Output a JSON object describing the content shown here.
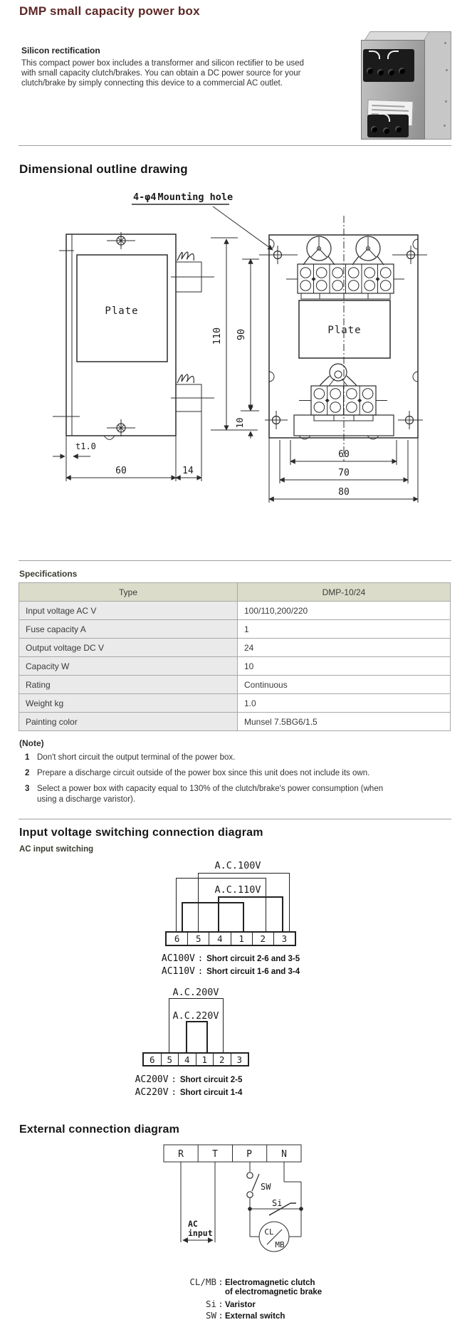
{
  "ui": {
    "colon": ":"
  },
  "page": {
    "title": "DMP small capacity power box"
  },
  "intro": {
    "heading": "Silicon rectification",
    "lines": [
      "This compact power box includes a transformer and silicon rectifier to be used",
      "with small capacity clutch/brakes. You can obtain a DC power source for your",
      "clutch/brake by simply connecting this device to a commercial AC outlet."
    ]
  },
  "sections": {
    "dimensional": "Dimensional outline drawing",
    "input_switching": "Input voltage switching connection diagram",
    "external": "External connection diagram"
  },
  "drawing": {
    "mounting_hole_prefix": "4-φ4",
    "mounting_hole_text": "Mounting hole",
    "plate_label": "Plate",
    "dims": {
      "thickness": "t1.0",
      "left_width": "60",
      "left_depth": "14",
      "height_total": "110",
      "height_inner": "90",
      "height_bottom": "10",
      "front_w60": "60",
      "front_w70": "70",
      "front_w80": "80"
    }
  },
  "specs": {
    "heading": "Specifications",
    "header": {
      "type": "Type",
      "model": "DMP-10/24"
    },
    "rows": [
      {
        "label": "Input voltage AC V",
        "value": "100/110,200/220"
      },
      {
        "label": "Fuse capacity A",
        "value": "1"
      },
      {
        "label": "Output voltage DC V",
        "value": "24"
      },
      {
        "label": "Capacity W",
        "value": "10"
      },
      {
        "label": "Rating",
        "value": "Continuous"
      },
      {
        "label": "Weight kg",
        "value": "1.0"
      },
      {
        "label": "Painting color",
        "value": "Munsel 7.5BG6/1.5"
      }
    ]
  },
  "note": {
    "heading": "(Note)",
    "items": [
      {
        "num": "1",
        "lines": [
          "Don't short circuit the output terminal of the power box."
        ]
      },
      {
        "num": "2",
        "lines": [
          "Prepare a discharge circuit outside of the power box since this unit does not include its own."
        ]
      },
      {
        "num": "3",
        "lines": [
          "Select a power box with capacity equal to 130% of the clutch/brake's power consumption (when",
          "using a discharge varistor)."
        ]
      }
    ]
  },
  "input_switching": {
    "subheading": "AC input switching",
    "diagram1": {
      "label_top": "A.C.100V",
      "label_mid": "A.C.110V",
      "cells": [
        "6",
        "5",
        "4",
        "1",
        "2",
        "3"
      ],
      "captions": [
        {
          "code": "AC100V",
          "desc": "Short circuit 2-6 and 3-5"
        },
        {
          "code": "AC110V",
          "desc": "Short circuit 1-6 and 3-4"
        }
      ]
    },
    "diagram2": {
      "label_top": "A.C.200V",
      "label_mid": "A.C.220V",
      "cells": [
        "6",
        "5",
        "4",
        "1",
        "2",
        "3"
      ],
      "captions": [
        {
          "code": "AC200V",
          "desc": "Short circuit 2-5"
        },
        {
          "code": "AC220V",
          "desc": "Short circuit 1-4"
        }
      ]
    }
  },
  "external": {
    "terminals": [
      "R",
      "T",
      "P",
      "N"
    ],
    "ac_input": [
      "AC",
      "input"
    ],
    "sw_label": "SW",
    "si_label": "Si",
    "cl_label": "CL",
    "mb_label": "MB",
    "legend": [
      {
        "term": "CL/MB",
        "desc_lines": [
          "Electromagnetic clutch",
          "of electromagnetic brake"
        ]
      },
      {
        "term": "Si",
        "desc_lines": [
          "Varistor"
        ]
      },
      {
        "term": "SW",
        "desc_lines": [
          "External switch"
        ]
      }
    ]
  }
}
